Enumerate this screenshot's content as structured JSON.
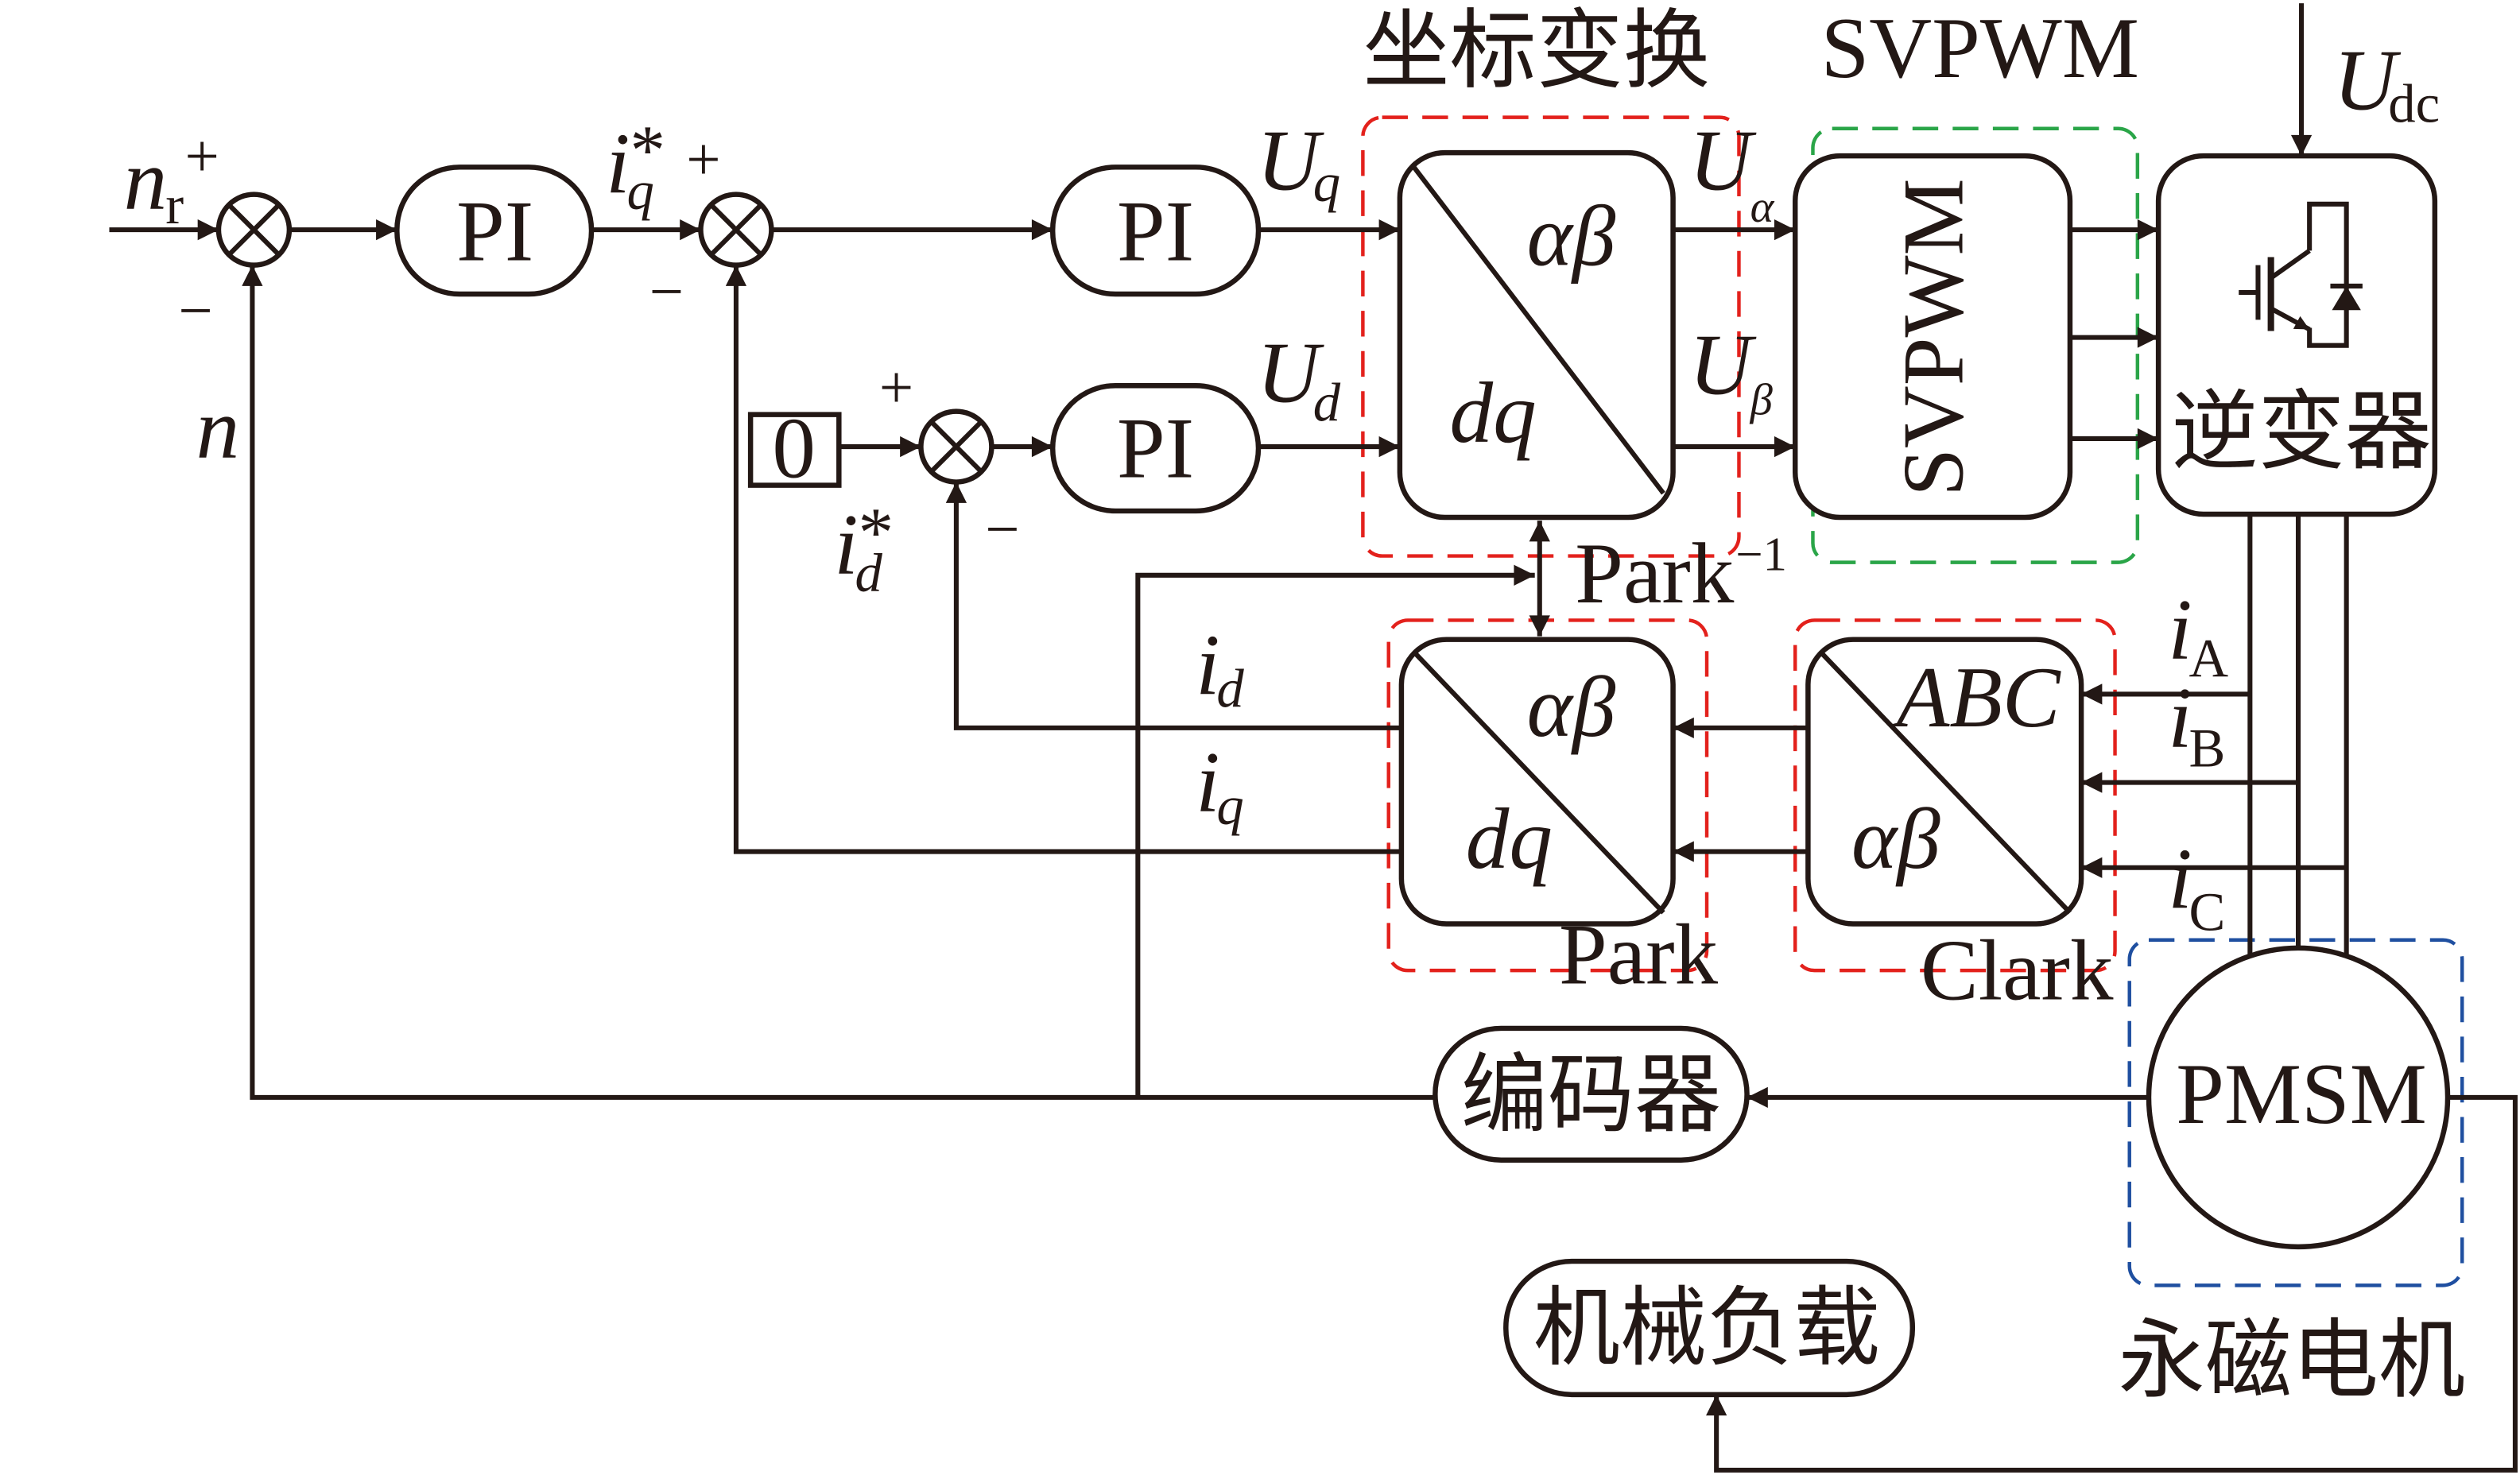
{
  "colors": {
    "line": "#231815",
    "coord_transform_group": "#e3211c",
    "svpwm_group": "#2aa548",
    "motor_group": "#1f4fa0"
  },
  "group_labels": {
    "coord_transform": "坐标变换",
    "svpwm": "SVPWM",
    "motor": "永磁电机"
  },
  "signals": {
    "speed_ref": {
      "symbol": "n",
      "sub": "r",
      "sign": "+"
    },
    "speed_feedback": {
      "symbol": "n",
      "sign": "−"
    },
    "iq_ref": {
      "symbol": "i",
      "sup": "*",
      "sub": "q"
    },
    "iq_summer": {
      "plus": "+",
      "minus": "−"
    },
    "id_ref": {
      "symbol": "i",
      "sup": "*",
      "sub": "d"
    },
    "id_summer": {
      "plus": "+",
      "minus": "−"
    },
    "uq": {
      "symbol": "U",
      "sub": "q"
    },
    "ud": {
      "symbol": "U",
      "sub": "d"
    },
    "ualpha": {
      "symbol": "U",
      "sub": "α"
    },
    "ubeta": {
      "symbol": "U",
      "sub": "β"
    },
    "udc": {
      "symbol": "U",
      "sub": "dc"
    },
    "id": {
      "symbol": "i",
      "sub": "d"
    },
    "iq": {
      "symbol": "i",
      "sub": "q"
    },
    "ia": {
      "symbol": "i",
      "sub": "A"
    },
    "ib": {
      "symbol": "i",
      "sub": "B"
    },
    "ic": {
      "symbol": "i",
      "sub": "C"
    }
  },
  "blocks": {
    "speed_pi": "PI",
    "q_pi": "PI",
    "d_pi": "PI",
    "zero_ref": "0",
    "inverse_park": {
      "top": "αβ",
      "bottom": "dq",
      "name": "Park",
      "name_sup": "−1"
    },
    "svpwm": "SVPWM",
    "inverter": "逆变器",
    "park": {
      "top": "αβ",
      "bottom": "dq",
      "name": "Park"
    },
    "clark": {
      "top": "ABC",
      "bottom": "αβ",
      "name": "Clark"
    },
    "motor": "PMSM",
    "encoder": "编码器",
    "load": "机械负载"
  }
}
